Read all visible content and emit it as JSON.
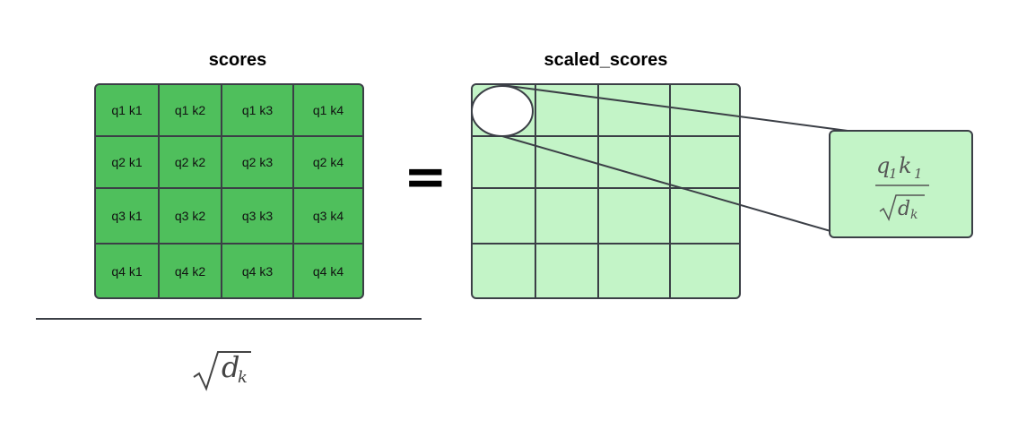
{
  "diagram": {
    "left_title": "scores",
    "right_title": "scaled_scores",
    "equals_sign": "=",
    "scores": [
      [
        "q1 k1",
        "q1 k2",
        "q1 k3",
        "q1 k4"
      ],
      [
        "q2 k1",
        "q2 k2",
        "q2 k3",
        "q2 k4"
      ],
      [
        "q3 k1",
        "q3 k2",
        "q3 k3",
        "q3 k4"
      ],
      [
        "q4 k1",
        "q4 k2",
        "q4 k3",
        "q4 k4"
      ]
    ],
    "denominator": {
      "base": "d",
      "subscript": "k"
    },
    "zoom_formula": {
      "numerator_q": "q",
      "numerator_q_sub": "1",
      "numerator_k": "k",
      "numerator_k_sub": "1",
      "denominator_base": "d",
      "denominator_sub": "k"
    }
  },
  "colors": {
    "scores_fill": "#4fbf5c",
    "scaled_fill": "#c3f4c7",
    "border": "#3b3f46"
  }
}
